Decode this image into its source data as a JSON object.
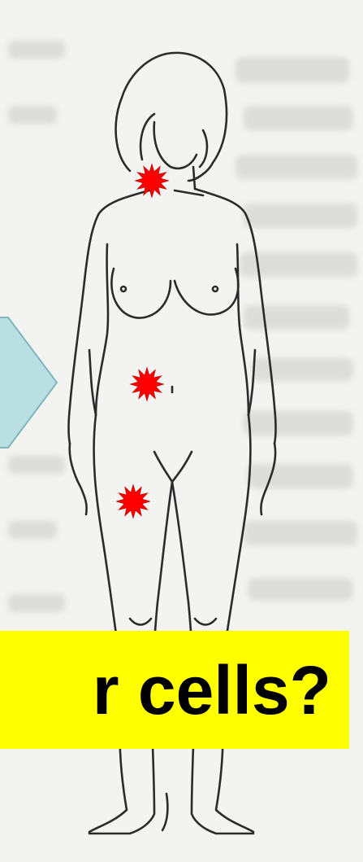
{
  "figure": {
    "subject": "female-body-outline",
    "marker_color": "#ff0000",
    "markers": [
      {
        "location": "neck"
      },
      {
        "location": "abdomen"
      },
      {
        "location": "thigh"
      }
    ],
    "arrow_color": "#b9dfe3"
  },
  "caption": {
    "text": "r cells?",
    "background": "#ffff00",
    "color": "#000000"
  }
}
